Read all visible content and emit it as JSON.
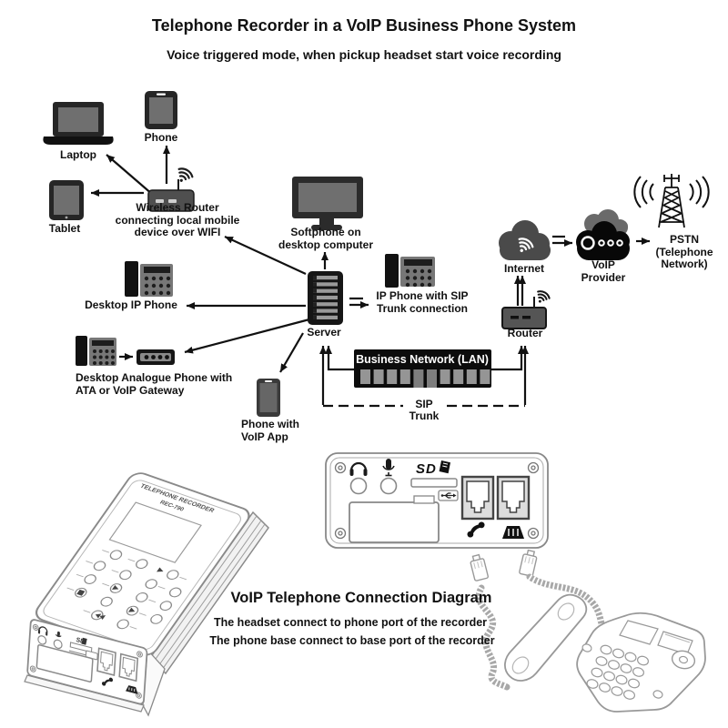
{
  "header": {
    "title": "Telephone Recorder in a VoIP Business Phone System",
    "subtitle": "Voice triggered mode, when pickup headset start voice recording"
  },
  "nodes": {
    "laptop": "Laptop",
    "phone": "Phone",
    "tablet": "Tablet",
    "wireless_router": "Wireless Router connecting local mobile device over WIFI",
    "softphone": "Softphone on desktop computer",
    "server": "Server",
    "desktop_ip_phone": "Desktop IP Phone",
    "desktop_analogue_phone": "Desktop Analogue Phone with ATA or VoIP Gateway",
    "phone_voip_app": "Phone with VoIP App",
    "ip_phone_sip_trunk": "IP Phone with SIP Trunk connection",
    "lan": "Business Network (LAN)",
    "sip_trunk": "SIP Trunk",
    "internet": "Internet",
    "router": "Router",
    "voip_provider": "VoIP Provider",
    "pstn": "PSTN (Telephone Network)"
  },
  "recorder": {
    "device_title": "TELEPHONE RECORDER",
    "device_model": "REC-790",
    "sd_logo": "SD"
  },
  "connection_note": {
    "heading": "VoIP Telephone Connection Diagram",
    "line1": "The headset connect to phone port of the recorder",
    "line2": "The phone base connect to base port of the recorder"
  },
  "icons": {
    "wifi_icon": "concentric-arcs",
    "cloud_icon": "cloud-silhouette",
    "antenna_tower_icon": "lattice-mast-with-waves",
    "headphone_icon": "headband-earcups",
    "microphone_icon": "mic-capsule",
    "sd_card_icon": "SD",
    "usb_icon": "usb-trident",
    "handset_icon": "phone-receiver",
    "phone_base_icon": "trapezoid-grill",
    "screw_icon": "double-circle",
    "rj11_port_icon": "modular-jack"
  },
  "colors": {
    "icon_dark": "#262626",
    "icon_mid": "#6f6f6f",
    "arrow": "#111111",
    "lan_bar_bg": "#0c0c0c",
    "lan_bar_text": "#ffffff",
    "lan_port": "#959595",
    "sketch_stroke": "#8a8a8a",
    "text": "#111111"
  }
}
